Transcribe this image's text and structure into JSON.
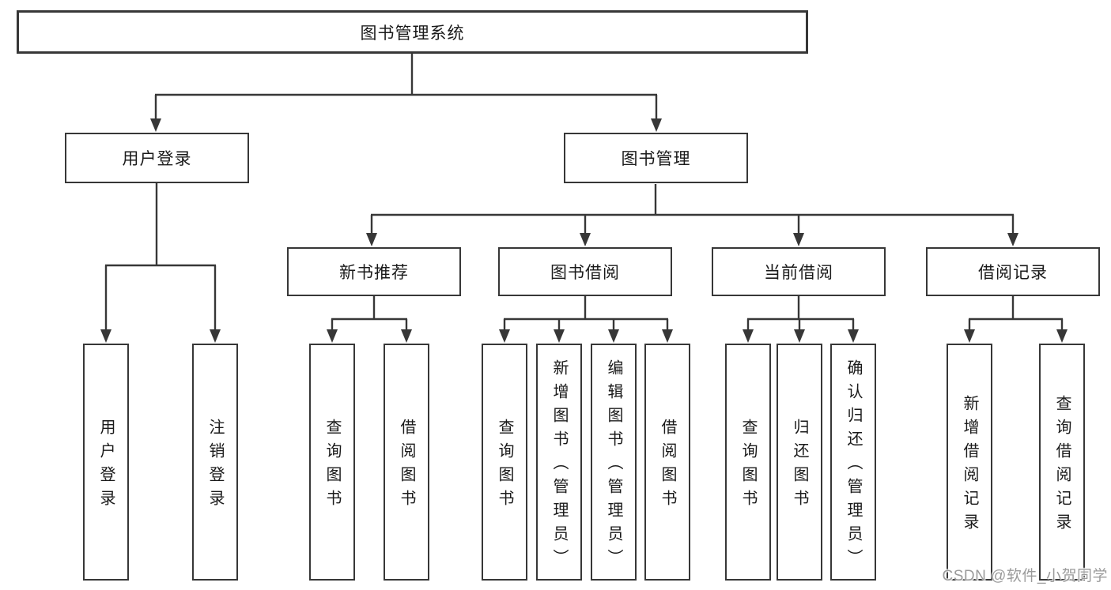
{
  "diagram": {
    "root": {
      "label": "图书管理系统"
    },
    "branches": [
      {
        "label": "用户登录",
        "children": [
          {
            "label": "用户登录"
          },
          {
            "label": "注销登录"
          }
        ]
      },
      {
        "label": "图书管理",
        "children": [
          {
            "label": "新书推荐",
            "children": [
              {
                "label": "查询图书"
              },
              {
                "label": "借阅图书"
              }
            ]
          },
          {
            "label": "图书借阅",
            "children": [
              {
                "label": "查询图书"
              },
              {
                "label": "新增图书（管理员）"
              },
              {
                "label": "编辑图书（管理员）"
              },
              {
                "label": "借阅图书"
              }
            ]
          },
          {
            "label": "当前借阅",
            "children": [
              {
                "label": "查询图书"
              },
              {
                "label": "归还图书"
              },
              {
                "label": "确认归还（管理员）"
              }
            ]
          },
          {
            "label": "借阅记录",
            "children": [
              {
                "label": "新增借阅记录"
              },
              {
                "label": "查询借阅记录"
              }
            ]
          }
        ]
      }
    ]
  },
  "watermark": {
    "text": "CSDN @软件_小贺同学"
  },
  "colors": {
    "line": "#373737",
    "box_border": "#373737",
    "text": "#1a1a1a",
    "watermark": "#9b9b9b",
    "background": "#ffffff"
  }
}
